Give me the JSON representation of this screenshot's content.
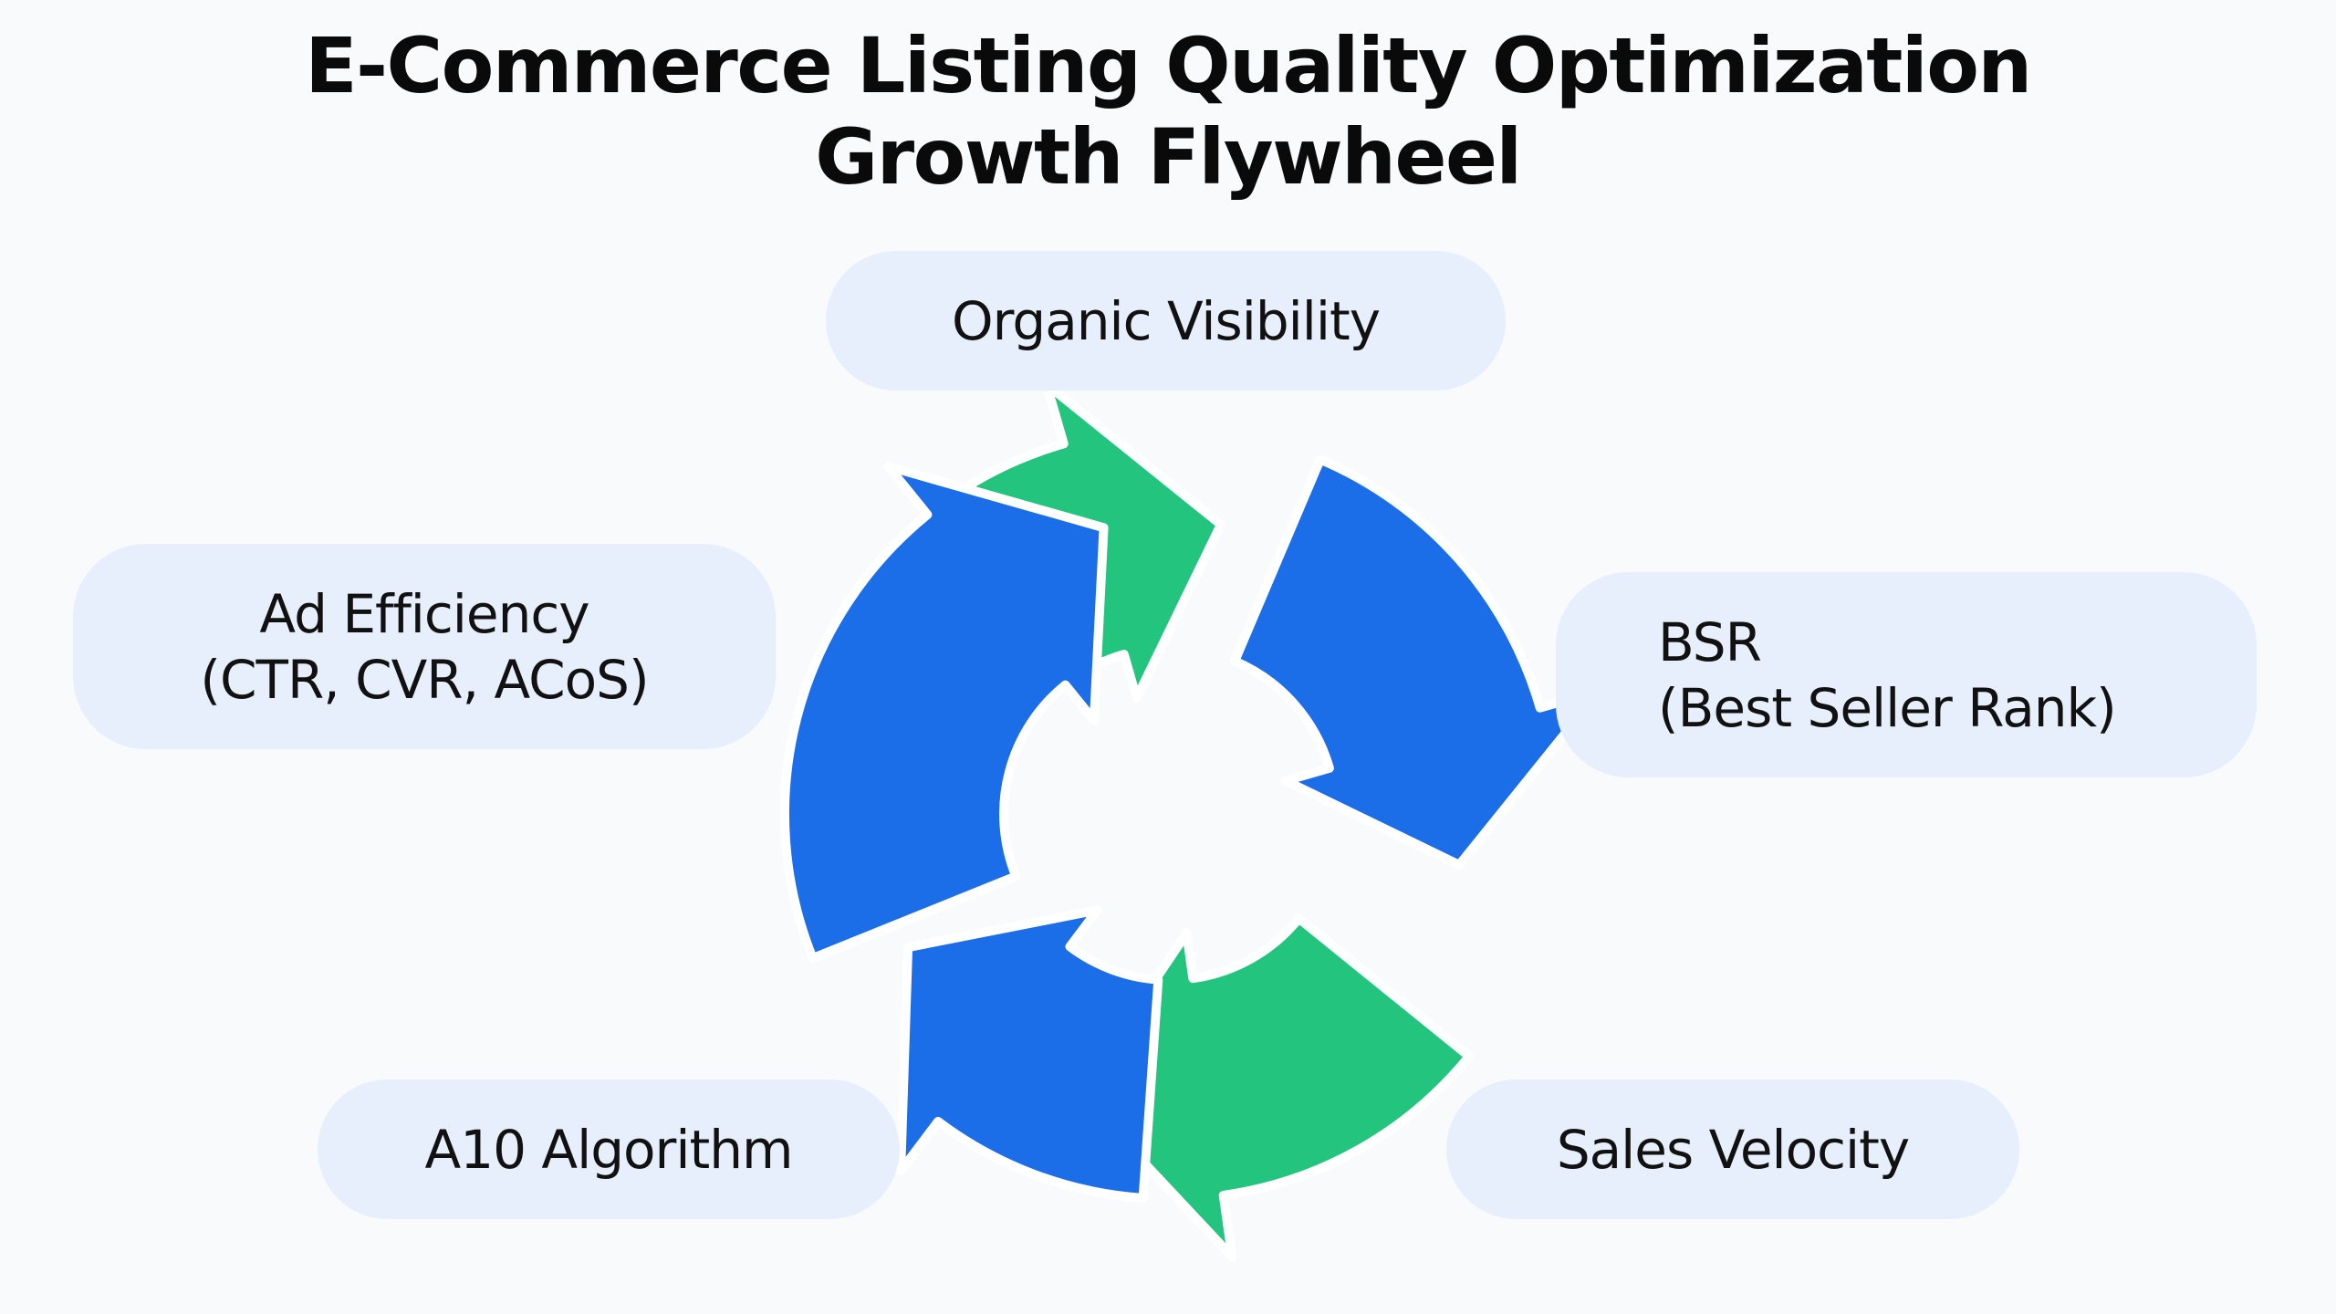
{
  "title": {
    "line1": "E-Commerce Listing Quality Optimization",
    "line2": "Growth Flywheel"
  },
  "nodes": {
    "organic_visibility": "Organic Visibility",
    "bsr": {
      "line1": "BSR",
      "line2": "(Best Seller Rank)"
    },
    "sales_velocity": "Sales Velocity",
    "a10_algorithm": "A10 Algorithm",
    "ad_efficiency": {
      "line1": "Ad Efficiency",
      "line2": "(CTR, CVR, ACoS)"
    }
  },
  "colors": {
    "green": "#22c47e",
    "blue": "#1b6de8",
    "pill": "#e6effb",
    "background": "#f8fafc",
    "outline": "#ffffff"
  }
}
